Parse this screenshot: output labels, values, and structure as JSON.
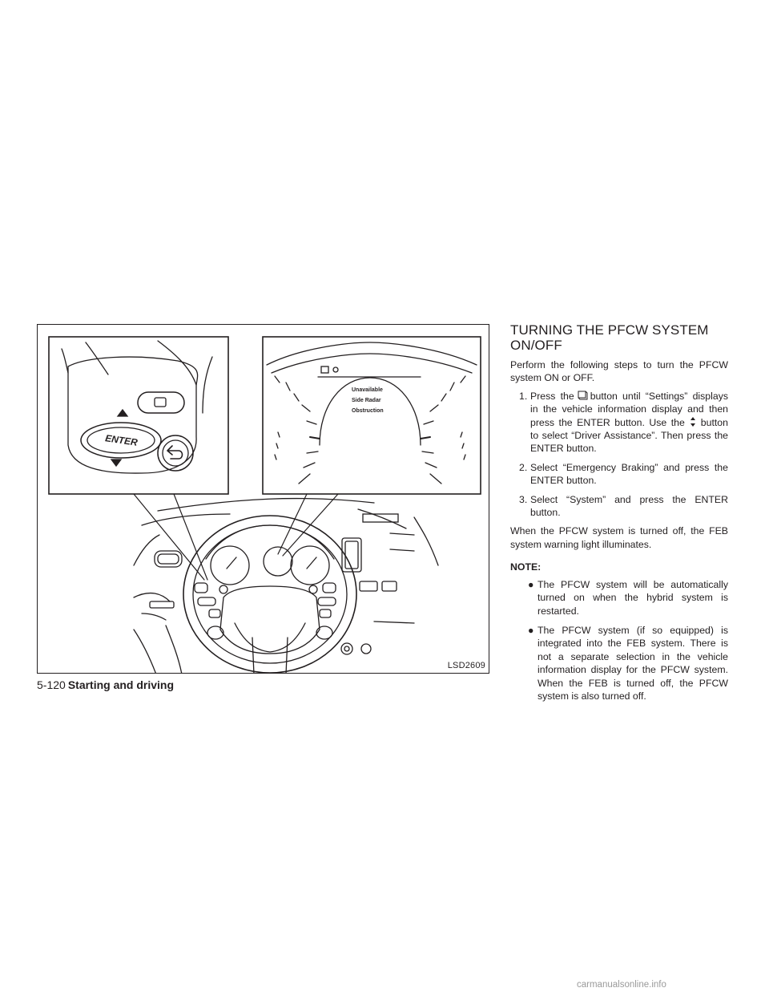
{
  "figure": {
    "id_label": "LSD2609",
    "switch_button_label": "ENTER",
    "meter_display_lines": [
      "Unavailable",
      "Side Radar",
      "Obstruction"
    ]
  },
  "section": {
    "heading_line1": "TURNING THE PFCW SYSTEM",
    "heading_line2": "ON/OFF",
    "intro": "Perform the following steps to turn the PFCW system ON or OFF.",
    "steps": [
      {
        "num": "1.",
        "part1": "Press the",
        "icon1": "menu-button-icon",
        "part2": "button until “Settings” displays in the vehicle information display and then press the ENTER button. Use the",
        "icon2": "up-down-button-icon",
        "part3": "button to select “Driver Assistance”. Then press the ENTER button."
      },
      {
        "num": "2.",
        "text": "Select “Emergency Braking” and press the ENTER button."
      },
      {
        "num": "3.",
        "text": "Select “System” and press the ENTER button."
      }
    ],
    "after_steps": "When the PFCW system is turned off, the FEB system warning light illuminates.",
    "note_title": "NOTE:",
    "notes": [
      "The PFCW system will be automatically turned on when the hybrid system is restarted.",
      "The PFCW system (if so equipped) is integrated into the FEB system. There is not a separate selection in the vehicle information display for the PFCW system. When the FEB is turned off, the PFCW system is also turned off."
    ]
  },
  "footer": {
    "page_number": "5-120",
    "section_title": "Starting and driving"
  },
  "watermark": "carmanualsonline.info"
}
